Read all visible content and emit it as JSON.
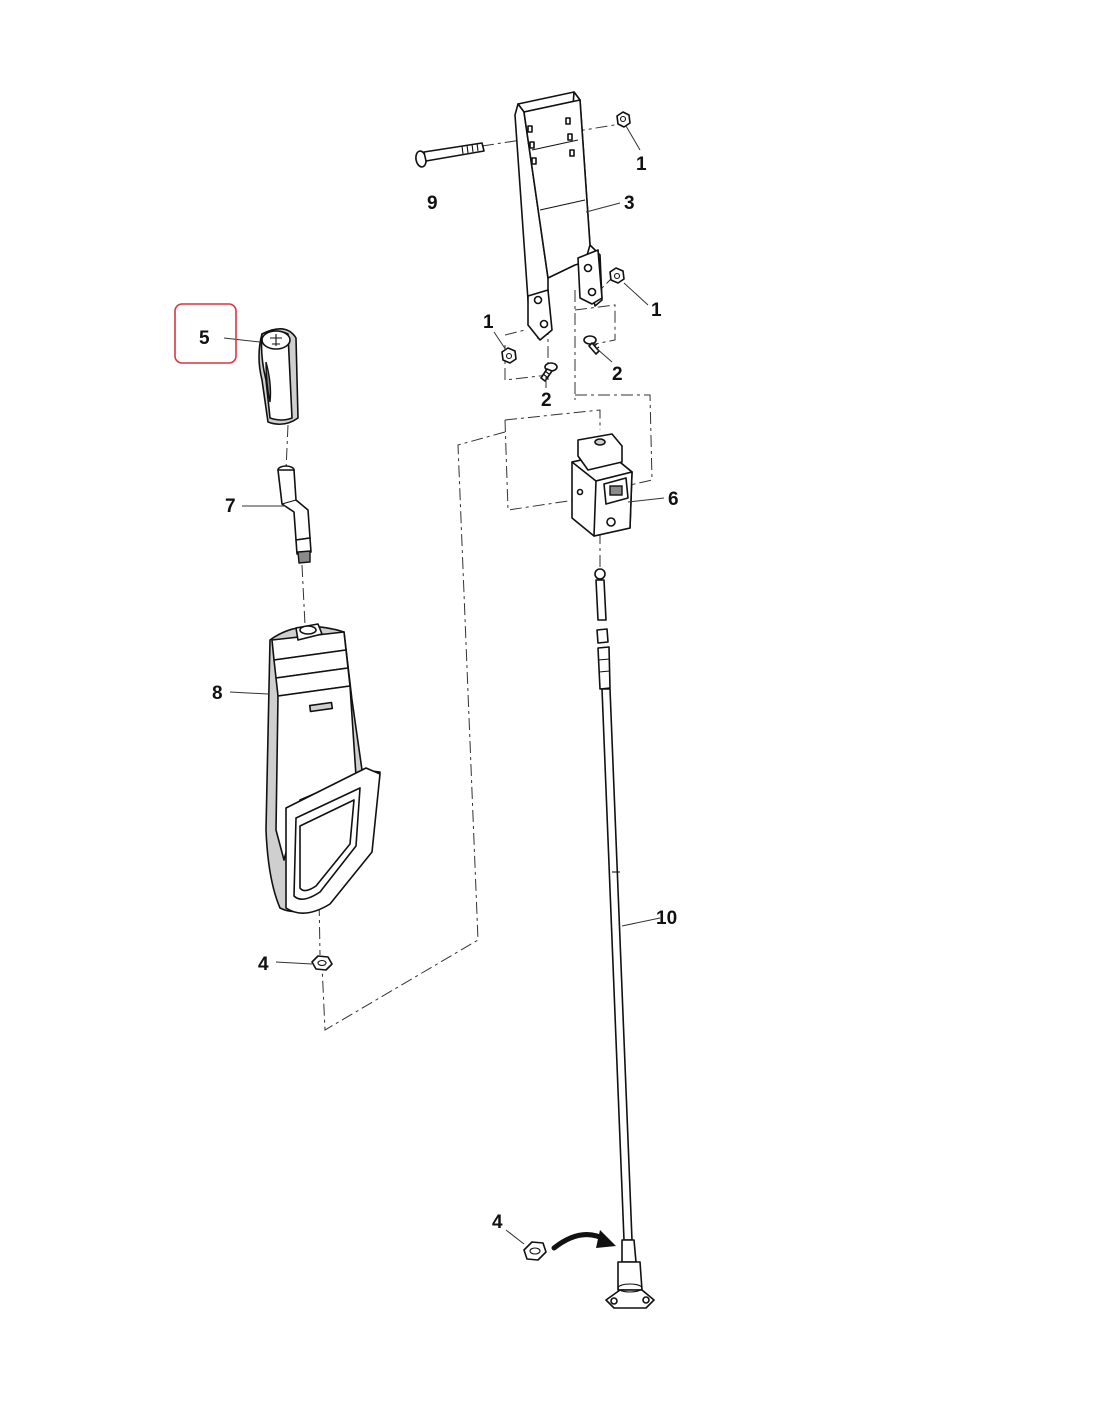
{
  "callouts": {
    "c1a": "1",
    "c1b": "1",
    "c1c": "1",
    "c2a": "2",
    "c2b": "2",
    "c3": "3",
    "c4a": "4",
    "c4b": "4",
    "c5": "5",
    "c6": "6",
    "c7": "7",
    "c8": "8",
    "c9": "9",
    "c10": "10"
  },
  "colors": {
    "highlight": "#d9363e",
    "line": "#111111",
    "shade": "#cfcfcf",
    "background": "#ffffff"
  },
  "selected_part": "5",
  "icons": [
    "curved-arrow-icon"
  ]
}
